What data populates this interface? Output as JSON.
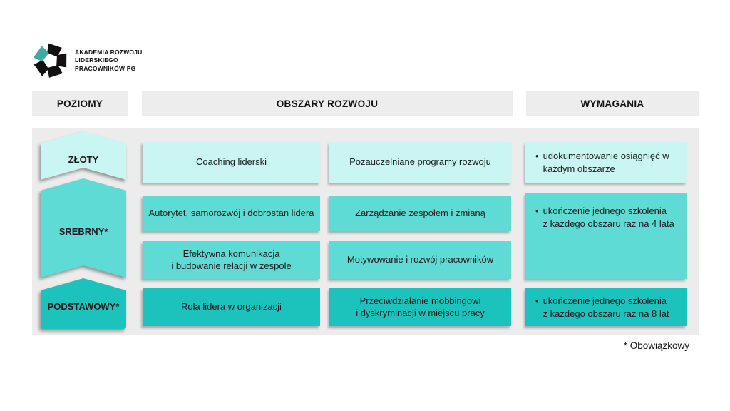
{
  "logo": {
    "name_lines": [
      "AKADEMIA ROZWOJU",
      "LIDERSKIEGO",
      "PRACOWNIKÓW PG"
    ]
  },
  "column_headers": {
    "poziomy": "POZIOMY",
    "obszary": "OBSZARY ROZWOJU",
    "wymagania": "WYMAGANIA"
  },
  "levels": {
    "gold": {
      "label": "ZŁOTY"
    },
    "silver": {
      "label": "SREBRNY*"
    },
    "basic": {
      "label": "PODSTAWOWY*"
    }
  },
  "area_cards": {
    "gold_1": {
      "lines": [
        "Coaching liderski"
      ]
    },
    "gold_2": {
      "lines": [
        "Pozauczelniane programy rozwoju"
      ]
    },
    "silver_1": {
      "lines": [
        "Autorytet, samorozwój i dobrostan lidera"
      ]
    },
    "silver_2": {
      "lines": [
        "Zarządzanie zespołem i zmianą"
      ]
    },
    "silver_3": {
      "lines": [
        "Efektywna komunikacja",
        "i budowanie relacji w zespole"
      ]
    },
    "silver_4": {
      "lines": [
        "Motywowanie i rozwój pracowników"
      ]
    },
    "basic_1": {
      "lines": [
        "Rola lidera w organizacji"
      ]
    },
    "basic_2": {
      "lines": [
        "Przeciwdziałanie mobbingowi",
        "i dyskryminacji w miejscu pracy"
      ]
    }
  },
  "requirements": {
    "bullet": "•",
    "gold": {
      "lines": [
        "udokumentowanie osiągnięć w",
        "każdym obszarze"
      ]
    },
    "silver": {
      "lines": [
        "ukończenie jednego szkolenia",
        "z każdego obszaru raz na 4 lata"
      ]
    },
    "basic": {
      "lines": [
        "ukończenie jednego szkolenia",
        "z każdego obszaru raz na 8 lat"
      ]
    }
  },
  "footnote": "* Obowiązkowy",
  "colors": {
    "level_gold": "#c9f5f2",
    "level_silver": "#5ddbd4",
    "level_basic": "#1cc2bc",
    "panel_gray": "#ececec",
    "header_gray": "#ededed",
    "logo_accent": "#3fa9a5",
    "logo_dark": "#111111"
  }
}
